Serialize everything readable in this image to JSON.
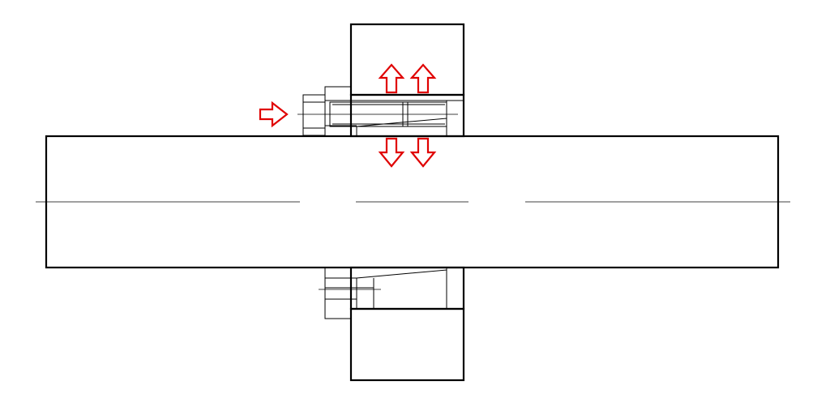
{
  "drawing": {
    "arrow_color": "#e00000",
    "line_color": "#000000",
    "background": "#ffffff",
    "arrows": [
      {
        "name": "axial-push-arrow",
        "direction": "right"
      },
      {
        "name": "hub-expand-arrow-1",
        "direction": "up"
      },
      {
        "name": "hub-expand-arrow-2",
        "direction": "up"
      },
      {
        "name": "shaft-compress-arrow-1",
        "direction": "down"
      },
      {
        "name": "shaft-compress-arrow-2",
        "direction": "down"
      }
    ]
  }
}
